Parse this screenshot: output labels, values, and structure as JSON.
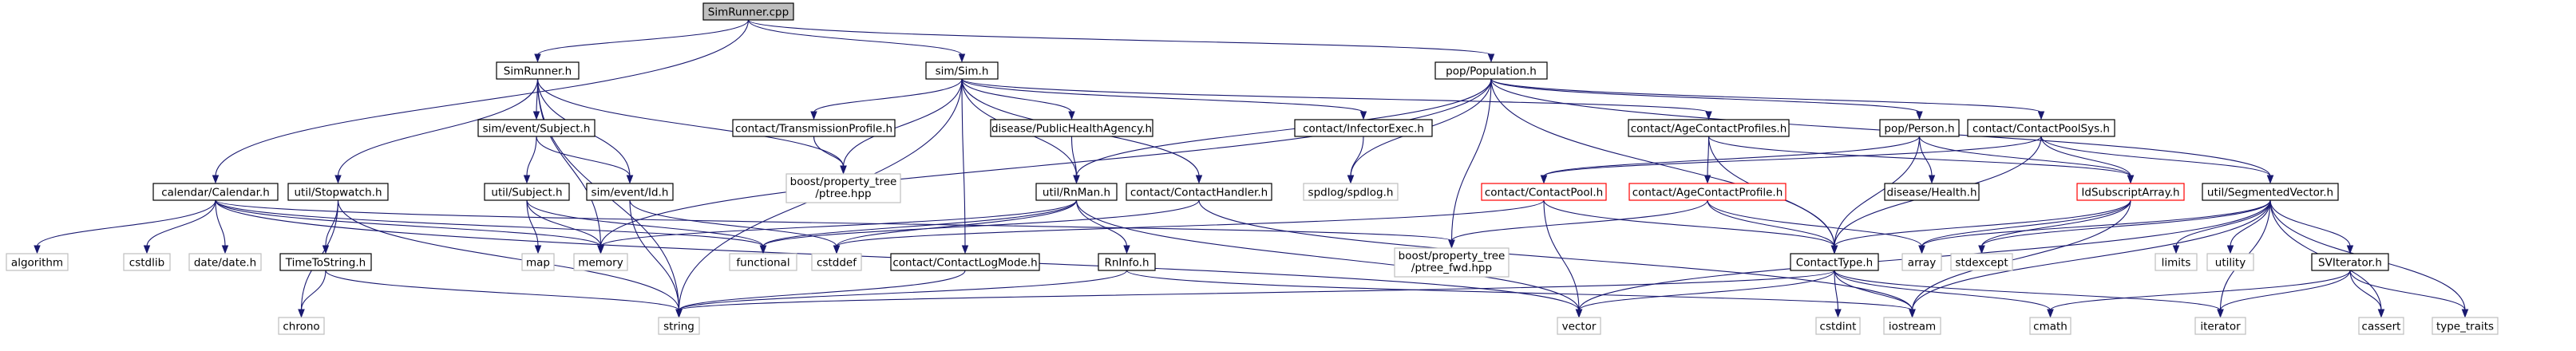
{
  "title": "SimRunner.cpp",
  "colors": {
    "root_fill": "#bfbfbf",
    "node_border_normal": "#000000",
    "node_border_missing": "#bfbfbf",
    "node_border_partial": "#ff0000",
    "edge": "#191970"
  },
  "nodes": [
    {
      "id": "SimRunner_cpp",
      "lines": [
        "SimRunner.cpp"
      ],
      "kind": "root"
    },
    {
      "id": "SimRunner_h",
      "lines": [
        "SimRunner.h"
      ],
      "kind": "normal"
    },
    {
      "id": "Sim_h",
      "lines": [
        "sim/Sim.h"
      ],
      "kind": "normal"
    },
    {
      "id": "Population_h",
      "lines": [
        "pop/Population.h"
      ],
      "kind": "normal"
    },
    {
      "id": "Calendar_h",
      "lines": [
        "calendar/Calendar.h"
      ],
      "kind": "normal"
    },
    {
      "id": "Subject_h",
      "lines": [
        "sim/event/Subject.h"
      ],
      "kind": "normal"
    },
    {
      "id": "TransmissionProfile_h",
      "lines": [
        "contact/TransmissionProfile.h"
      ],
      "kind": "normal"
    },
    {
      "id": "PublicHealthAgency_h",
      "lines": [
        "disease/PublicHealthAgency.h"
      ],
      "kind": "normal"
    },
    {
      "id": "InfectorExec_h",
      "lines": [
        "contact/InfectorExec.h"
      ],
      "kind": "normal"
    },
    {
      "id": "AgeContactProfiles_h",
      "lines": [
        "contact/AgeContactProfiles.h"
      ],
      "kind": "normal"
    },
    {
      "id": "Person_h",
      "lines": [
        "pop/Person.h"
      ],
      "kind": "normal"
    },
    {
      "id": "ContactPoolSys_h",
      "lines": [
        "contact/ContactPoolSys.h"
      ],
      "kind": "normal"
    },
    {
      "id": "Stopwatch_h",
      "lines": [
        "util/Stopwatch.h"
      ],
      "kind": "normal"
    },
    {
      "id": "util_Subject_h",
      "lines": [
        "util/Subject.h"
      ],
      "kind": "normal"
    },
    {
      "id": "Id_h",
      "lines": [
        "sim/event/Id.h"
      ],
      "kind": "normal"
    },
    {
      "id": "ptree_hpp",
      "lines": [
        "boost/property_tree",
        "/ptree.hpp"
      ],
      "kind": "missing"
    },
    {
      "id": "RnMan_h",
      "lines": [
        "util/RnMan.h"
      ],
      "kind": "normal"
    },
    {
      "id": "ContactHandler_h",
      "lines": [
        "contact/ContactHandler.h"
      ],
      "kind": "normal"
    },
    {
      "id": "spdlog_h",
      "lines": [
        "spdlog/spdlog.h"
      ],
      "kind": "missing"
    },
    {
      "id": "ContactPool_h",
      "lines": [
        "contact/ContactPool.h"
      ],
      "kind": "partial"
    },
    {
      "id": "AgeContactProfile_h",
      "lines": [
        "contact/AgeContactProfile.h"
      ],
      "kind": "partial"
    },
    {
      "id": "Health_h",
      "lines": [
        "disease/Health.h"
      ],
      "kind": "normal"
    },
    {
      "id": "IdSubscriptArray_h",
      "lines": [
        "IdSubscriptArray.h"
      ],
      "kind": "partial"
    },
    {
      "id": "SegmentedVector_h",
      "lines": [
        "util/SegmentedVector.h"
      ],
      "kind": "normal"
    },
    {
      "id": "algorithm",
      "lines": [
        "algorithm"
      ],
      "kind": "missing"
    },
    {
      "id": "cstdlib",
      "lines": [
        "cstdlib"
      ],
      "kind": "missing"
    },
    {
      "id": "date_h",
      "lines": [
        "date/date.h"
      ],
      "kind": "missing"
    },
    {
      "id": "TimeToString_h",
      "lines": [
        "TimeToString.h"
      ],
      "kind": "normal"
    },
    {
      "id": "map",
      "lines": [
        "map"
      ],
      "kind": "missing"
    },
    {
      "id": "memory",
      "lines": [
        "memory"
      ],
      "kind": "missing"
    },
    {
      "id": "functional",
      "lines": [
        "functional"
      ],
      "kind": "missing"
    },
    {
      "id": "cstddef",
      "lines": [
        "cstddef"
      ],
      "kind": "missing"
    },
    {
      "id": "ContactLogMode_h",
      "lines": [
        "contact/ContactLogMode.h"
      ],
      "kind": "normal"
    },
    {
      "id": "RnInfo_h",
      "lines": [
        "RnInfo.h"
      ],
      "kind": "normal"
    },
    {
      "id": "ptree_fwd_hpp",
      "lines": [
        "boost/property_tree",
        "/ptree_fwd.hpp"
      ],
      "kind": "missing"
    },
    {
      "id": "ContactType_h",
      "lines": [
        "ContactType.h"
      ],
      "kind": "normal"
    },
    {
      "id": "array",
      "lines": [
        "array"
      ],
      "kind": "missing"
    },
    {
      "id": "stdexcept",
      "lines": [
        "stdexcept"
      ],
      "kind": "missing"
    },
    {
      "id": "limits",
      "lines": [
        "limits"
      ],
      "kind": "missing"
    },
    {
      "id": "utility",
      "lines": [
        "utility"
      ],
      "kind": "missing"
    },
    {
      "id": "SVIterator_h",
      "lines": [
        "SVIterator.h"
      ],
      "kind": "normal"
    },
    {
      "id": "chrono",
      "lines": [
        "chrono"
      ],
      "kind": "missing"
    },
    {
      "id": "string",
      "lines": [
        "string"
      ],
      "kind": "missing"
    },
    {
      "id": "vector",
      "lines": [
        "vector"
      ],
      "kind": "missing"
    },
    {
      "id": "cstdint",
      "lines": [
        "cstdint"
      ],
      "kind": "missing"
    },
    {
      "id": "iostream",
      "lines": [
        "iostream"
      ],
      "kind": "missing"
    },
    {
      "id": "cmath",
      "lines": [
        "cmath"
      ],
      "kind": "missing"
    },
    {
      "id": "iterator",
      "lines": [
        "iterator"
      ],
      "kind": "missing"
    },
    {
      "id": "cassert",
      "lines": [
        "cassert"
      ],
      "kind": "missing"
    },
    {
      "id": "type_traits",
      "lines": [
        "type_traits"
      ],
      "kind": "missing"
    }
  ],
  "edges": [
    [
      "SimRunner_cpp",
      "SimRunner_h"
    ],
    [
      "SimRunner_cpp",
      "Sim_h"
    ],
    [
      "SimRunner_cpp",
      "Population_h"
    ],
    [
      "SimRunner_cpp",
      "Calendar_h"
    ],
    [
      "SimRunner_h",
      "Subject_h"
    ],
    [
      "SimRunner_h",
      "Stopwatch_h"
    ],
    [
      "SimRunner_h",
      "Id_h"
    ],
    [
      "SimRunner_h",
      "ptree_hpp"
    ],
    [
      "SimRunner_h",
      "memory"
    ],
    [
      "SimRunner_h",
      "string"
    ],
    [
      "Sim_h",
      "TransmissionProfile_h"
    ],
    [
      "Sim_h",
      "PublicHealthAgency_h"
    ],
    [
      "Sim_h",
      "InfectorExec_h"
    ],
    [
      "Sim_h",
      "AgeContactProfiles_h"
    ],
    [
      "Sim_h",
      "ContactHandler_h"
    ],
    [
      "Sim_h",
      "RnMan_h"
    ],
    [
      "Sim_h",
      "ptree_hpp"
    ],
    [
      "Sim_h",
      "ContactLogMode_h"
    ],
    [
      "Sim_h",
      "string"
    ],
    [
      "Population_h",
      "Person_h"
    ],
    [
      "Population_h",
      "ContactPoolSys_h"
    ],
    [
      "Population_h",
      "SegmentedVector_h"
    ],
    [
      "Population_h",
      "spdlog_h"
    ],
    [
      "Population_h",
      "ptree_fwd_hpp"
    ],
    [
      "Population_h",
      "ContactType_h"
    ],
    [
      "Population_h",
      "memory"
    ],
    [
      "Population_h",
      "RnMan_h"
    ],
    [
      "Calendar_h",
      "algorithm"
    ],
    [
      "Calendar_h",
      "cstdlib"
    ],
    [
      "Calendar_h",
      "date_h"
    ],
    [
      "Calendar_h",
      "memory"
    ],
    [
      "Calendar_h",
      "ptree_fwd_hpp"
    ],
    [
      "Calendar_h",
      "vector"
    ],
    [
      "Calendar_h",
      "functional"
    ],
    [
      "Subject_h",
      "util_Subject_h"
    ],
    [
      "Subject_h",
      "Id_h"
    ],
    [
      "util_Subject_h",
      "map"
    ],
    [
      "util_Subject_h",
      "memory"
    ],
    [
      "util_Subject_h",
      "functional"
    ],
    [
      "Id_h",
      "cstddef"
    ],
    [
      "Id_h",
      "string"
    ],
    [
      "TransmissionProfile_h",
      "ptree_hpp"
    ],
    [
      "PublicHealthAgency_h",
      "RnMan_h"
    ],
    [
      "InfectorExec_h",
      "spdlog_h"
    ],
    [
      "AgeContactProfiles_h",
      "AgeContactProfile_h"
    ],
    [
      "AgeContactProfiles_h",
      "ContactType_h"
    ],
    [
      "AgeContactProfiles_h",
      "IdSubscriptArray_h"
    ],
    [
      "Person_h",
      "Health_h"
    ],
    [
      "Person_h",
      "IdSubscriptArray_h"
    ],
    [
      "Person_h",
      "ContactType_h"
    ],
    [
      "Person_h",
      "ContactPool_h"
    ],
    [
      "ContactPoolSys_h",
      "IdSubscriptArray_h"
    ],
    [
      "ContactPoolSys_h",
      "SegmentedVector_h"
    ],
    [
      "ContactPoolSys_h",
      "ContactType_h"
    ],
    [
      "ContactPoolSys_h",
      "ContactPool_h"
    ],
    [
      "ContactPool_h",
      "ContactType_h"
    ],
    [
      "ContactPool_h",
      "vector"
    ],
    [
      "ContactPool_h",
      "cstddef"
    ],
    [
      "AgeContactProfile_h",
      "ContactType_h"
    ],
    [
      "AgeContactProfile_h",
      "ptree_fwd_hpp"
    ],
    [
      "AgeContactProfile_h",
      "array"
    ],
    [
      "IdSubscriptArray_h",
      "ContactType_h"
    ],
    [
      "IdSubscriptArray_h",
      "array"
    ],
    [
      "IdSubscriptArray_h",
      "stdexcept"
    ],
    [
      "IdSubscriptArray_h",
      "iostream"
    ],
    [
      "SegmentedVector_h",
      "array"
    ],
    [
      "SegmentedVector_h",
      "stdexcept"
    ],
    [
      "SegmentedVector_h",
      "limits"
    ],
    [
      "SegmentedVector_h",
      "utility"
    ],
    [
      "SegmentedVector_h",
      "SVIterator_h"
    ],
    [
      "SegmentedVector_h",
      "cassert"
    ],
    [
      "SegmentedVector_h",
      "type_traits"
    ],
    [
      "SegmentedVector_h",
      "iterator"
    ],
    [
      "SegmentedVector_h",
      "vector"
    ],
    [
      "SegmentedVector_h",
      "iostream"
    ],
    [
      "Stopwatch_h",
      "TimeToString_h"
    ],
    [
      "Stopwatch_h",
      "chrono"
    ],
    [
      "Stopwatch_h",
      "string"
    ],
    [
      "TimeToString_h",
      "chrono"
    ],
    [
      "TimeToString_h",
      "string"
    ],
    [
      "RnMan_h",
      "RnInfo_h"
    ],
    [
      "RnMan_h",
      "functional"
    ],
    [
      "RnMan_h",
      "vector"
    ],
    [
      "RnMan_h",
      "memory"
    ],
    [
      "RnMan_h",
      "cstddef"
    ],
    [
      "RnInfo_h",
      "string"
    ],
    [
      "RnInfo_h",
      "iostream"
    ],
    [
      "ContactHandler_h",
      "iostream"
    ],
    [
      "ContactHandler_h",
      "functional"
    ],
    [
      "ContactLogMode_h",
      "string"
    ],
    [
      "ContactType_h",
      "cstdint"
    ],
    [
      "ContactType_h",
      "iostream"
    ],
    [
      "ContactType_h",
      "vector"
    ],
    [
      "ContactType_h",
      "string"
    ],
    [
      "ContactType_h",
      "iterator"
    ],
    [
      "SVIterator_h",
      "cassert"
    ],
    [
      "SVIterator_h",
      "iterator"
    ],
    [
      "SVIterator_h",
      "type_traits"
    ],
    [
      "SVIterator_h",
      "cmath"
    ],
    [
      "ContactType_h",
      "cmath"
    ]
  ]
}
